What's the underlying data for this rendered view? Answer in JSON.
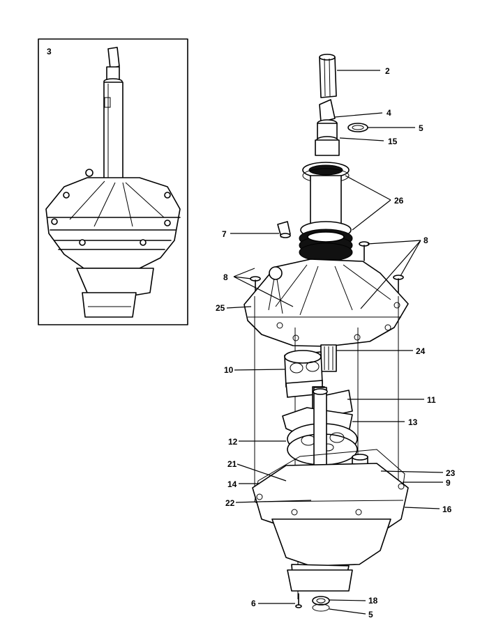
{
  "inset": {
    "label": "3"
  },
  "callouts": {
    "c2": "2",
    "c4": "4",
    "c5_top": "5",
    "c15": "15",
    "c26": "26",
    "c7": "7",
    "c8_right": "8",
    "c8_left": "8",
    "c25": "25",
    "c24": "24",
    "c10": "10",
    "c11": "11",
    "c13": "13",
    "c12": "12",
    "c21": "21",
    "c23": "23",
    "c14": "14",
    "c9": "9",
    "c22": "22",
    "c16": "16",
    "c6": "6",
    "c18": "18",
    "c5_bottom": "5"
  }
}
